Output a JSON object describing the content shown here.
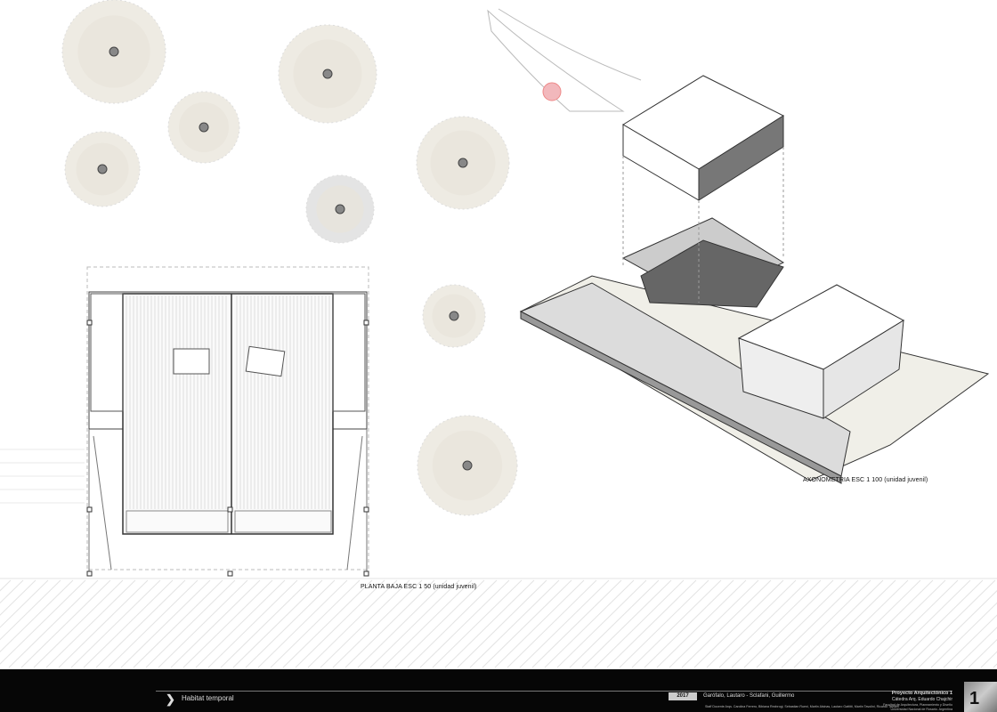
{
  "captions": {
    "plan": "PLANTA BAJA ESC 1 50 (unidad juvenil)",
    "axonometric": "AXONOMETRIA ESC 1 100 (unidad juvenil)"
  },
  "footer": {
    "project_title": "Habitat temporal",
    "year": "2017",
    "authors": "Garófalo, Lautaro - Sclafani, Guillermo",
    "staff": "Staff Docente Arqs. Carolina Ferrero, Bibiana Rezbrogi, Sebastian Rueni, Martin Alsinas, Lautaro Gattitti, Martin Tavolini, Ricardo Tavolini",
    "course": "Proyecto Arquitectónico 1",
    "chair": "Cátedra Arq. Eduardo Chajchir",
    "faculty": "Facultad de Arquitectura, Planeamiento y Diseño",
    "university": "Universidad Nacional de Rosario. Argentina",
    "logo_text": "1"
  },
  "colors": {
    "footer_bg": "#060606",
    "site_marker": "#f2b8bc",
    "tree": "#e6e2d8"
  }
}
